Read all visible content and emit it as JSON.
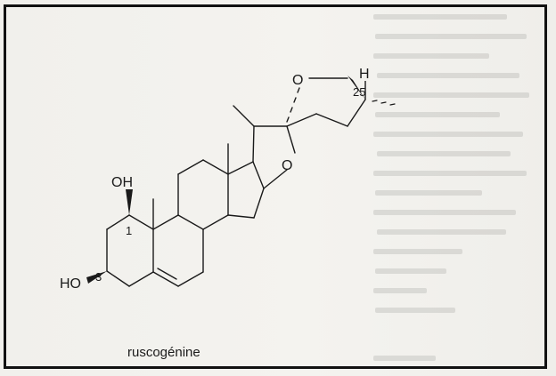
{
  "compound": {
    "name": "ruscogénine"
  },
  "atom_labels": {
    "h_top": "H",
    "o_ring_f": "O",
    "o_ring_e": "O",
    "oh_c1": "OH",
    "ho_c3": "HO"
  },
  "locants": {
    "c1": "1",
    "c3": "3",
    "c25": "25"
  },
  "colors": {
    "ink": "#1a1a1a",
    "paper": "#f2f1ed",
    "frame": "#111111"
  }
}
